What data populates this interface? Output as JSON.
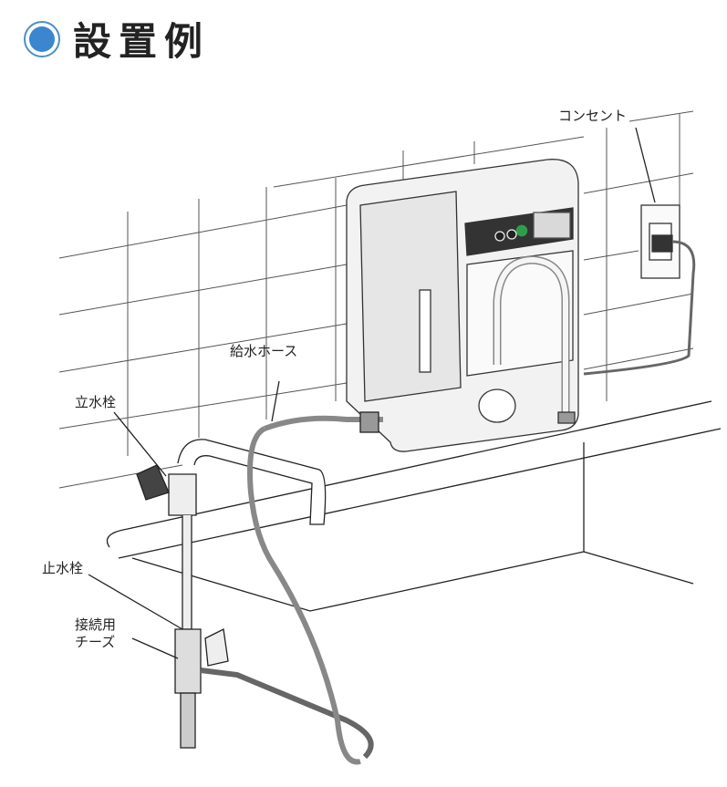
{
  "title": "設置例",
  "colors": {
    "accent": "#3b86cf"
  },
  "labels": {
    "outlet": "コンセント",
    "supply_hose": "給水ホース",
    "standing_faucet": "立水栓",
    "stop_valve": "止水栓",
    "tee_line1": "接続用",
    "tee_line2": "チーズ"
  }
}
